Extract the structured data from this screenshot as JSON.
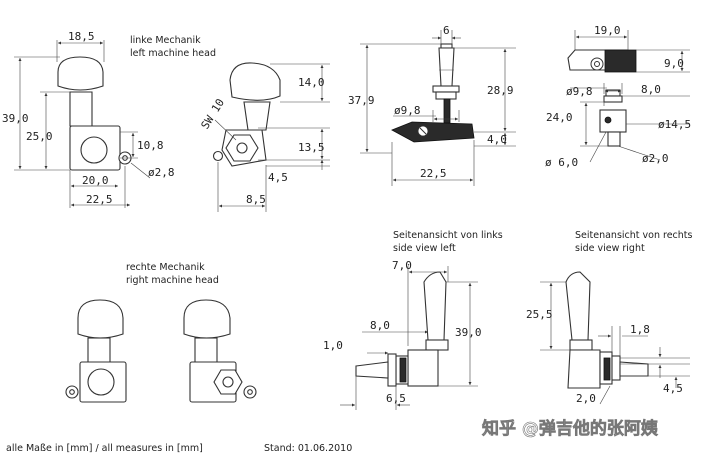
{
  "labels": {
    "left_head_de": "linke Mechanik",
    "left_head_en": "left machine head",
    "right_head_de": "rechte Mechanik",
    "right_head_en": "right machine head",
    "side_left_de": "Seitenansicht von links",
    "side_left_en": "side view left",
    "side_right_de": "Seitenansicht von rechts",
    "side_right_en": "side view right",
    "footer_measures": "alle Maße in [mm] / all measures in [mm]",
    "footer_date": "Stand: 01.06.2010",
    "watermark": "知乎 @弹吉他的张阿姨"
  },
  "dims": {
    "d18_5": "18,5",
    "d39_0": "39,0",
    "d25_0": "25,0",
    "d10_8": "10,8",
    "d_o2_8": "ø2,8",
    "d20_0": "20,0",
    "d22_5": "22,5",
    "d14_0": "14,0",
    "d_sw10": "SW 10",
    "d13_5": "13,5",
    "d4_5": "4,5",
    "d8_5": "8,5",
    "d6": "6",
    "d37_9": "37,9",
    "d28_9": "28,9",
    "d_o9_8": "ø9,8",
    "d4_0": "4,0",
    "d22_5b": "22,5",
    "d19_0": "19,0",
    "d9_0": "9,0",
    "d_o9_8b": "ø9,8",
    "d8_0": "8,0",
    "d24_0": "24,0",
    "d_o14_5": "ø14,5",
    "d_o6_0": "ø 6,0",
    "d_o2_0": "ø2,0",
    "d7_0": "7,0",
    "d8_0b": "8,0",
    "d39_0b": "39,0",
    "d1_0": "1,0",
    "d6_5": "6,5",
    "d25_5": "25,5",
    "d1_8": "1,8",
    "d2_0": "2,0",
    "d4_5b": "4,5"
  }
}
